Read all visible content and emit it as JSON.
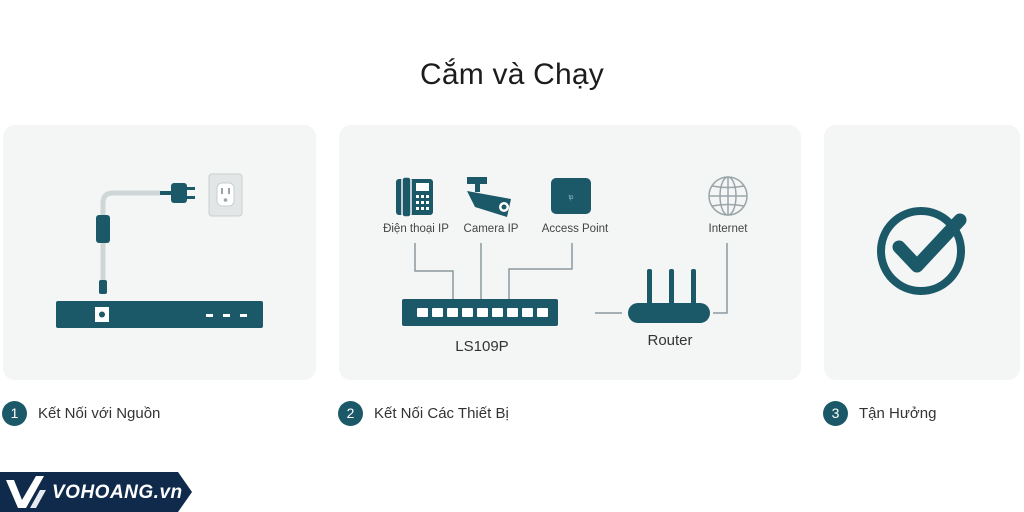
{
  "page": {
    "title": "Cắm và Chạy"
  },
  "steps": [
    {
      "number": "1",
      "label": "Kết Nối với Nguồn"
    },
    {
      "number": "2",
      "label": "Kết Nối Các Thiết Bị"
    },
    {
      "number": "3",
      "label": "Tận Hưởng"
    }
  ],
  "diagram": {
    "devices": {
      "phone": "Điện thoại IP",
      "camera": "Camera IP",
      "access_point": "Access Point",
      "internet": "Internet"
    },
    "switch_model": "LS109P",
    "router": "Router"
  },
  "watermark": {
    "text": "VOHOANG.vn"
  },
  "colors": {
    "accent": "#1b5969",
    "card_bg": "#f4f5f5",
    "line": "#8c9a9e"
  }
}
